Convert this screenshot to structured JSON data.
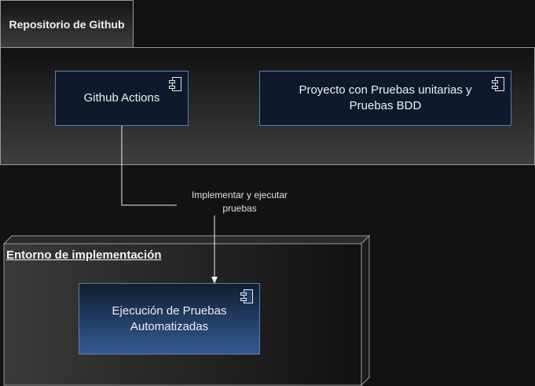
{
  "repository": {
    "title": "Repositorio de Github"
  },
  "components": {
    "github_actions": "Github Actions",
    "project_line1": "Proyecto con Pruebas unitarias y",
    "project_line2": "Pruebas BDD",
    "execution_line1": "Ejecución de Pruebas",
    "execution_line2": "Automatizadas"
  },
  "node": {
    "title": "Entorno de implementación"
  },
  "edge": {
    "line1": "Implementar y ejecutar",
    "line2": "pruebas"
  },
  "icons": [
    "component-icon"
  ],
  "colors": {
    "component_border": "#5b7db0",
    "component_fill_dark": "#0e1a2b",
    "component_fill_blue": "#345a92"
  }
}
